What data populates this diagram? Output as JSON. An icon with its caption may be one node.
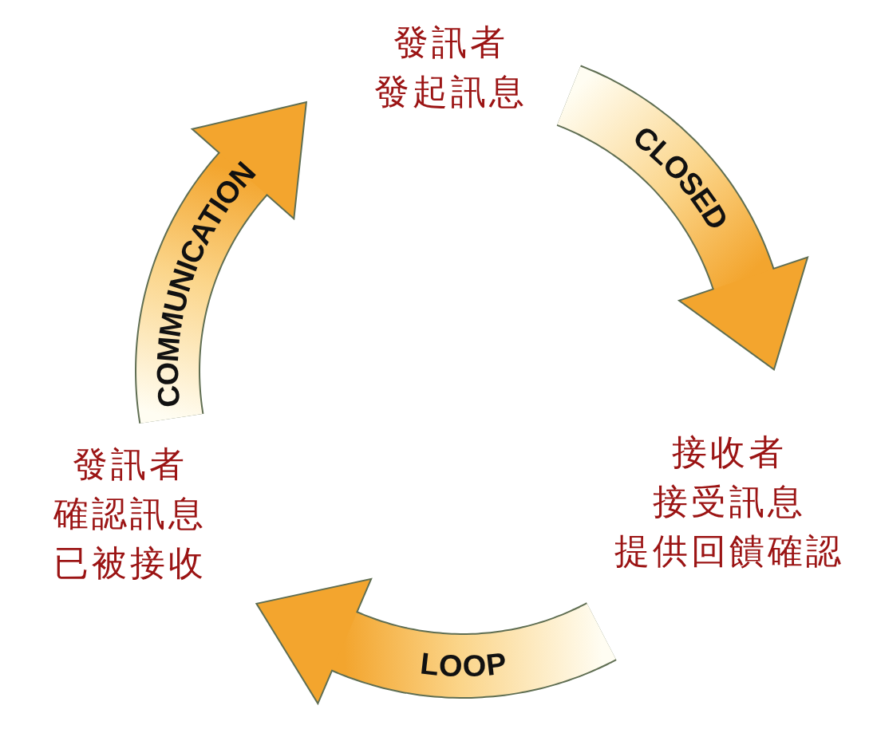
{
  "diagram": {
    "nodes": [
      {
        "text": [
          "發訊者",
          "發起訊息"
        ]
      },
      {
        "text": [
          "接收者",
          "接受訊息",
          "提供回饋確認"
        ]
      },
      {
        "text": [
          "發訊者",
          "確認訊息",
          "已被接收"
        ]
      }
    ],
    "edges": [
      {
        "from": 2,
        "to": 0,
        "arrow": "to",
        "label": "COMMUNICATION",
        "style": "thick"
      },
      {
        "from": 0,
        "to": 1,
        "arrow": "to",
        "label": "CLOSED",
        "style": "thick"
      },
      {
        "from": 1,
        "to": 2,
        "arrow": "to",
        "label": "LOOP",
        "style": "thick"
      }
    ]
  }
}
